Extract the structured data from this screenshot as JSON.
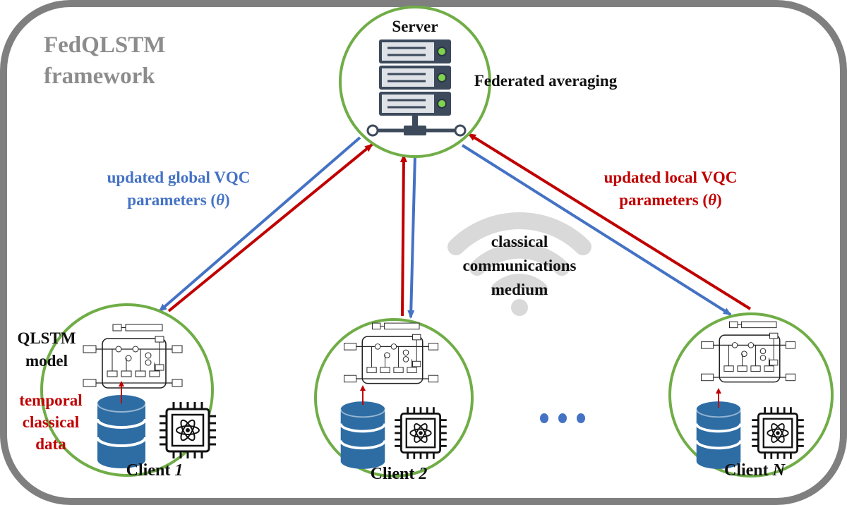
{
  "title": {
    "line1": "FedQLSTM",
    "line2": "framework"
  },
  "server": {
    "label": "Server",
    "action": "Federated averaging"
  },
  "global_params": {
    "line1": "updated global VQC",
    "line2": "parameters (",
    "theta": "θ",
    "close": ")"
  },
  "local_params": {
    "line1": "updated local VQC",
    "line2": "parameters (",
    "theta": "θ",
    "close": ")"
  },
  "medium": {
    "line1": "classical",
    "line2": "communications",
    "line3": "medium"
  },
  "model_label": {
    "line1": "QLSTM",
    "line2": "model"
  },
  "data_label": {
    "line1": "temporal",
    "line2": "classical",
    "line3": "data"
  },
  "clients": [
    {
      "prefix": "Client ",
      "id": "1"
    },
    {
      "prefix": "Client ",
      "id": "2"
    },
    {
      "prefix": "Client ",
      "id": "N"
    }
  ],
  "colors": {
    "global_arrow": "#4472c4",
    "local_arrow": "#c00000",
    "circle": "#70ad47",
    "frame": "#7f7f7f"
  }
}
